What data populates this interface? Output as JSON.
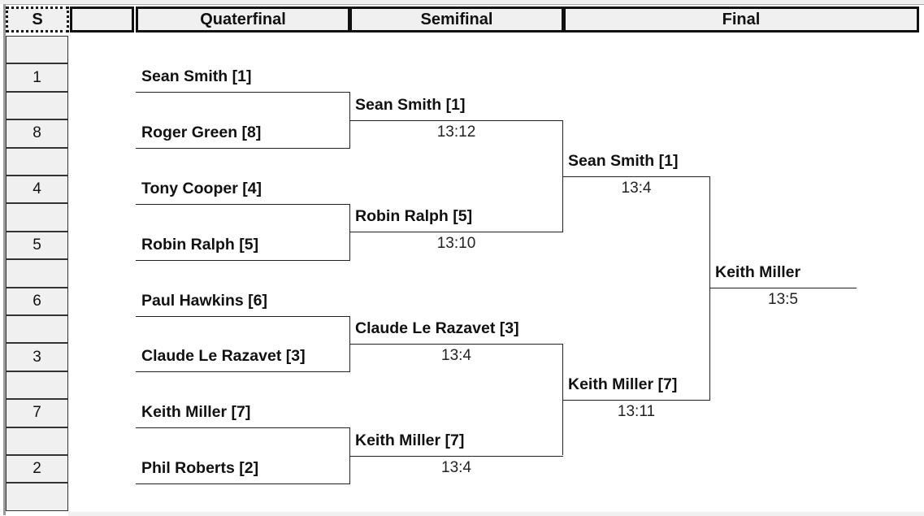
{
  "headers": {
    "seed": "S",
    "blank": "",
    "quarterfinal": "Quaterfinal",
    "semifinal": "Semifinal",
    "final": "Final"
  },
  "seeds": [
    "",
    "1",
    "",
    "8",
    "",
    "4",
    "",
    "5",
    "",
    "6",
    "",
    "3",
    "",
    "7",
    "",
    "2",
    ""
  ],
  "quarterfinal": [
    {
      "name": "Sean Smith [1]"
    },
    {
      "name": "Roger Green [8]"
    },
    {
      "name": "Tony Cooper [4]"
    },
    {
      "name": "Robin Ralph [5]"
    },
    {
      "name": "Paul Hawkins [6]"
    },
    {
      "name": "Claude Le Razavet [3]"
    },
    {
      "name": "Keith Miller [7]"
    },
    {
      "name": "Phil Roberts [2]"
    }
  ],
  "semifinal": [
    {
      "name": "Sean Smith [1]",
      "score": "13:12"
    },
    {
      "name": "Robin Ralph [5]",
      "score": "13:10"
    },
    {
      "name": "Claude Le Razavet [3]",
      "score": "13:4"
    },
    {
      "name": "Keith Miller [7]",
      "score": "13:4"
    }
  ],
  "final": [
    {
      "name": "Sean Smith [1]",
      "score": "13:4"
    },
    {
      "name": "Keith Miller [7]",
      "score": "13:11"
    }
  ],
  "champion": {
    "name": "Keith Miller",
    "score": "13:5"
  }
}
